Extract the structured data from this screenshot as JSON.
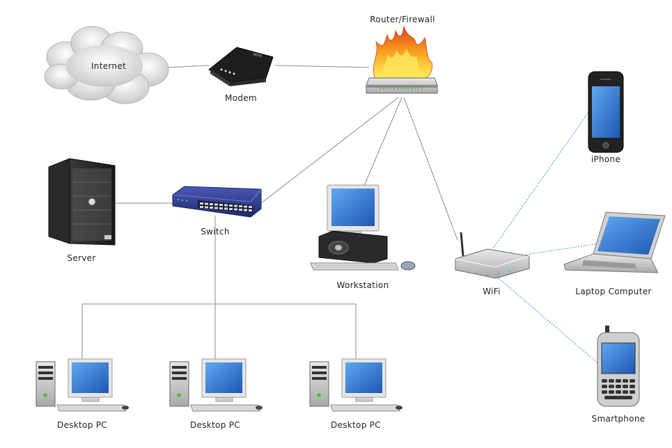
{
  "nodes": {
    "internet": "Internet",
    "modem": "Modem",
    "router": "Router/Firewall",
    "iphone": "iPhone",
    "server": "Server",
    "switch": "Switch",
    "workstation": "Workstation",
    "wifi": "WiFi",
    "laptop": "Laptop Computer",
    "smartphone": "Smartphone",
    "desktop1": "Desktop PC",
    "desktop2": "Desktop PC",
    "desktop3": "Desktop PC"
  },
  "device_labels": {
    "modem_brand": "MFR"
  },
  "colors": {
    "wired_link": "#8a8a8a",
    "wireless_link": "#3b8fd9",
    "switch_blue": "#2d3d8f",
    "screen_blue": "#2a6fc9",
    "fire_orange": "#f5a623"
  }
}
